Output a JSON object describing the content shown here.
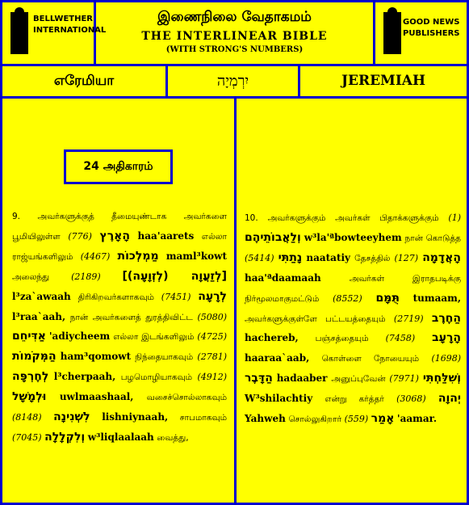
{
  "header": {
    "left_logo": "BELLWETHER INTERNATIONAL",
    "right_logo": "GOOD NEWS PUBLISHERS",
    "title_tamil": "இணைநிலை வேதாகமம்",
    "title_english": "THE  INTERLINEAR  BIBLE",
    "subtitle": "(WITH STRONG'S NUMBERS)"
  },
  "book": {
    "tamil": "எரேமியா",
    "hebrew": "יִרְמְיָה",
    "english": "JEREMIAH"
  },
  "chapter": "24 அதிகாரம்",
  "verses": {
    "v9": {
      "num": "9.",
      "t1": "அவர்களுக்குத் தீமையுண்டாக அவர்களை பூமியிலுள்ள",
      "s1": "(776)",
      "h1": "הָאָרֶץ",
      "tr1": "haa'aarets",
      "t2": "எல்லா ராஜ்யங்களிலும்",
      "s2": "(4467)",
      "h2": "מַמְלְכוֹת",
      "tr2": "maml³kowt",
      "t3": "அலைந்து",
      "s3": "(2189)",
      "h3": "[לְזַעֲוָה (לְזְוָעָה)]",
      "tr3": "l³za`awaah",
      "t4": "திரிகிறவர்களாகவும்",
      "s4": "(7451)",
      "h4": "לְרָעָה",
      "tr4": "l³raa`aah,",
      "t5": "நான் அவர்களைத் துரத்திவிட்ட",
      "s5": "(5080)",
      "h5": "אַדִּיחֵם",
      "tr5": "'adiycheem",
      "t6": "எல்லா இடங்களிலும்",
      "s6": "(4725)",
      "h6": "הַמְּקֹמוֹת",
      "tr6": "ham³qomowt",
      "t7": "நிந்தையாகவும்",
      "s7": "(2781)",
      "h7": "לְחֶרְפָּה",
      "tr7": "l³cherpaah,",
      "t8": "பழமொழியாகவும்",
      "s8": "(4912)",
      "h8": "וּלְמָשָׁל",
      "tr8": "uwlmaashaal,",
      "t9": "வசைச்சொல்லாகவும்",
      "s9": "(8148)",
      "h9": "לִשְׁנִינָה",
      "tr9": "lishniynaah,",
      "t10": "சாபமாகவும்",
      "s10": "(7045)",
      "h10": "וְלִקְלָלָה",
      "tr10": "w³liqlaalaah",
      "t11": "வைத்து,"
    },
    "v10": {
      "num": "10.",
      "t1": "அவர்களுக்கும் அவர்கள் பிதாக்களுக்கும்",
      "s1": "(1)",
      "h1": "וְלַאֲבוֹתֵיהֶם",
      "tr1": "w³la'ªbowteeyhem",
      "t2": "நான் கொடுத்த",
      "s2": "(5414)",
      "h2": "נָתַתִּי",
      "tr2": "naatatiy",
      "t3": "தேசத்தில்",
      "s3": "(127)",
      "h3": "הָאֲדָמָה",
      "tr3": "haa'ªdaamaah",
      "t4": "அவர்கள் இராதபடிக்கு நிர்மூலமாகுமட்டும்",
      "s4": "(8552)",
      "h4": "תֻּמָּם",
      "tr4": "tumaam,",
      "t5": "அவர்களுக்குள்ளே பட்டயத்தையும்",
      "s5": "(2719)",
      "h5": "הַחֶרֶב",
      "tr5": "hachereb,",
      "t6": "பஞ்சத்தையும்",
      "s6": "(7458)",
      "h6": "הָרָעָב",
      "tr6": "haaraa`aab,",
      "t7": "கொள்ளை நோயையும்",
      "s7": "(1698)",
      "h7": "הַדָּבֶר",
      "tr7": "hadaaber",
      "t8": "அனுப்புவேன்",
      "s8": "(7971)",
      "h8": "וְשִׁלַּחְתִּי",
      "tr8": "W³shilachtiy",
      "t9": "என்று கர்த்தர்",
      "s9": "(3068)",
      "h9": "יְהוָה",
      "tr9": "Yahweh",
      "t10": "சொல்லுகிறார்",
      "s10": "(559)",
      "h10": "אָמַר",
      "tr10": "'aamar."
    }
  }
}
